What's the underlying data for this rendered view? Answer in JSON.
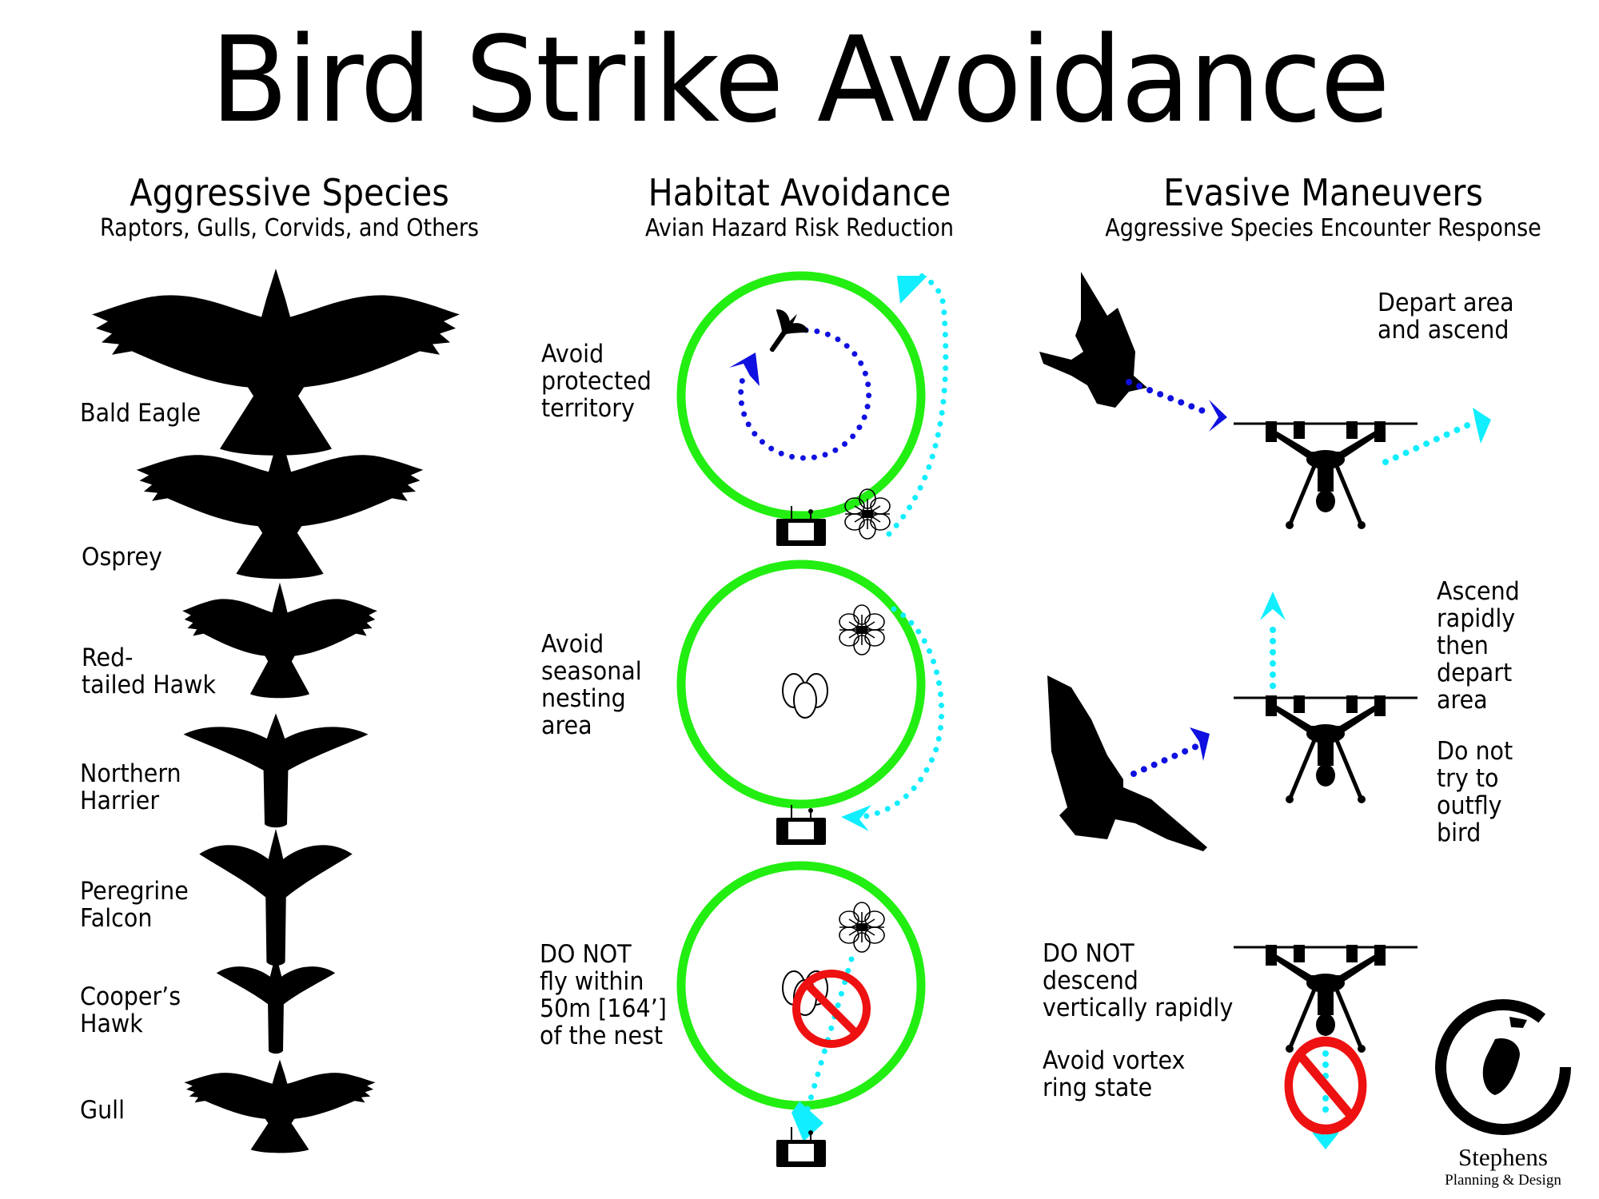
{
  "title": "Bird Strike Avoidance",
  "colors": {
    "zone_green": "#22ee11",
    "bird_path_blue": "#1010e0",
    "drone_path_cyan": "#11eeff",
    "prohibit_red": "#ee1111",
    "silhouette": "#000000"
  },
  "sections": [
    {
      "title": "Aggressive Species",
      "subtitle": "Raptors, Gulls, Corvids, and Others",
      "species": [
        {
          "label_line1": "Bald Eagle",
          "label_line2": ""
        },
        {
          "label_line1": "Osprey",
          "label_line2": ""
        },
        {
          "label_line1": "Red-",
          "label_line2": "tailed Hawk"
        },
        {
          "label_line1": "Northern",
          "label_line2": "Harrier"
        },
        {
          "label_line1": "Peregrine",
          "label_line2": "Falcon"
        },
        {
          "label_line1": "Cooper’s",
          "label_line2": "Hawk"
        },
        {
          "label_line1": "Gull",
          "label_line2": ""
        }
      ]
    },
    {
      "title": "Habitat Avoidance",
      "subtitle": "Avian Hazard Risk Reduction",
      "panels": [
        {
          "lines": [
            "Avoid",
            "protected",
            "territory"
          ],
          "icons": [
            "hawk-icon",
            "drone-top-icon",
            "remote-controller-icon"
          ]
        },
        {
          "lines": [
            "Avoid",
            "seasonal",
            "nesting",
            "area"
          ],
          "icons": [
            "eggs-icon",
            "drone-top-icon",
            "remote-controller-icon"
          ]
        },
        {
          "lines": [
            "DO NOT",
            "fly within",
            "50m [164’]",
            "of the nest"
          ],
          "icons": [
            "eggs-icon",
            "prohibited-icon",
            "drone-top-icon",
            "remote-controller-icon"
          ]
        }
      ]
    },
    {
      "title": "Evasive Maneuvers",
      "subtitle": "Aggressive Species Encounter Response",
      "panels": [
        {
          "lines": [
            "Depart area",
            "and ascend"
          ]
        },
        {
          "lines": [
            "Ascend",
            "rapidly",
            "then",
            "depart",
            "area"
          ],
          "lines2": [
            "Do not",
            "try to",
            "outfly",
            "bird"
          ]
        },
        {
          "lines": [
            "DO NOT",
            "descend",
            "vertically rapidly"
          ],
          "lines2": [
            "Avoid vortex",
            "ring state"
          ]
        }
      ]
    }
  ],
  "logo": {
    "name": "Stephens",
    "tagline": "Planning & Design"
  }
}
